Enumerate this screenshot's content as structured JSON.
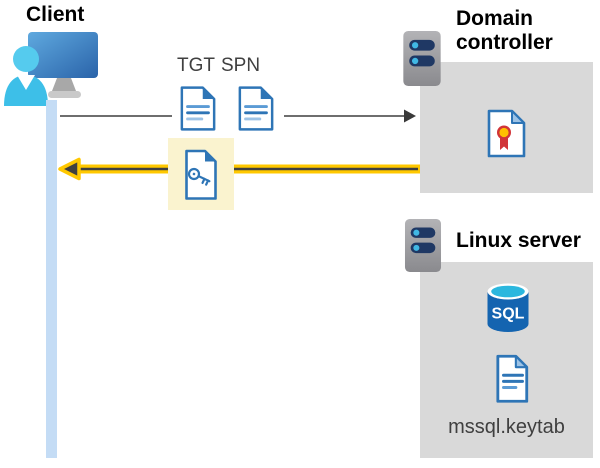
{
  "client": {
    "label": "Client"
  },
  "tickets": {
    "tgt": "TGT",
    "spn": "SPN"
  },
  "domain_controller": {
    "label_line1": "Domain",
    "label_line2": "controller"
  },
  "linux_server": {
    "label": "Linux server",
    "sql_badge": "SQL",
    "keytab_file": "mssql.keytab"
  },
  "icons": {
    "client": "person-at-monitor-icon",
    "tgt": "document-icon",
    "spn": "document-icon",
    "response": "key-document-icon",
    "domain_controller": "server-icon",
    "certificate": "certificate-document-icon",
    "linux": "server-icon",
    "database": "sql-database-icon",
    "keytab": "document-icon"
  },
  "colors": {
    "request_arrow": "#595959",
    "request_arrowhead": "#3a3a3a",
    "response_arrow_yellow": "#ffc800",
    "response_arrow_core": "#404040",
    "highlight_box": "#faf3cf",
    "panel_gray": "#d9d9d9",
    "lifeline_blue": "#c4dcf5",
    "doc_blue": "#2e75b6",
    "doc_light_blue": "#9dc3e6",
    "sql_blue": "#1464b0",
    "sql_cyan": "#2bb7de",
    "cert_red": "#d13438",
    "cert_gold": "#ffc000",
    "server_bar_navy": "#1f3864",
    "server_dot_cyan": "#41b8e4"
  }
}
